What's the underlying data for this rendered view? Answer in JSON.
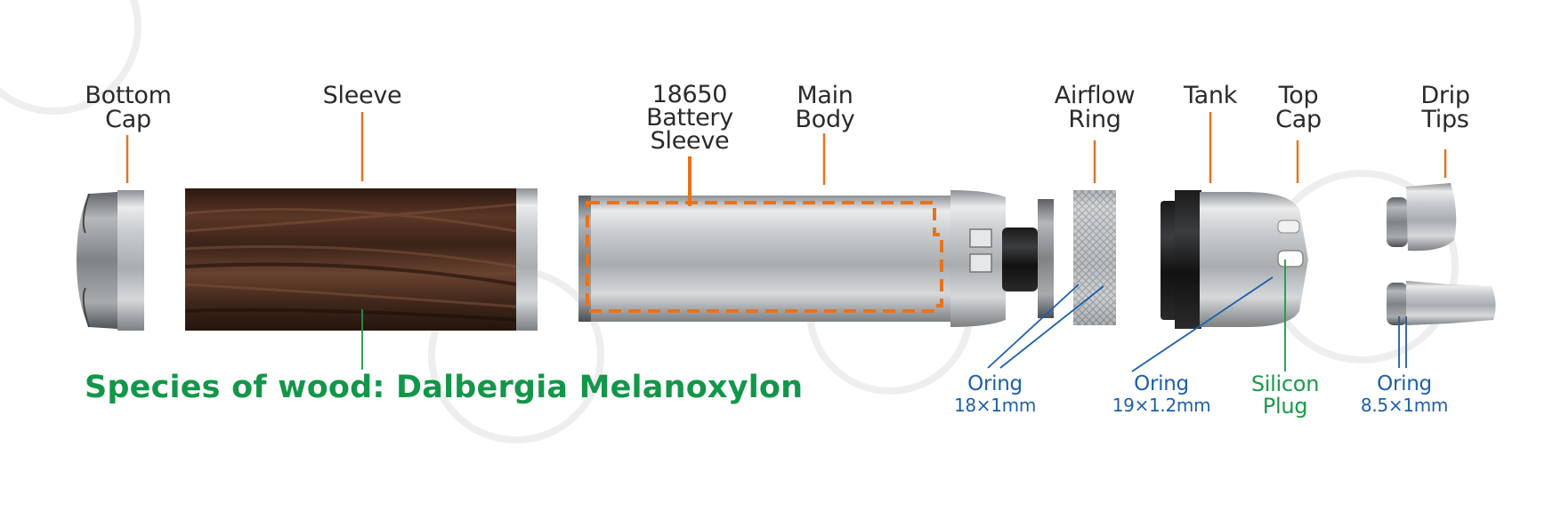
{
  "labels": {
    "bottom_cap": [
      "Bottom",
      "Cap"
    ],
    "sleeve": [
      "Sleeve"
    ],
    "battery_sleeve": [
      "18650",
      "Battery",
      "Sleeve"
    ],
    "main_body": [
      "Main",
      "Body"
    ],
    "airflow_ring": [
      "Airflow",
      "Ring"
    ],
    "tank": [
      "Tank"
    ],
    "top_cap": [
      "Top",
      "Cap"
    ],
    "drip_tips": [
      "Drip",
      "Tips"
    ],
    "oring_18": [
      "Oring",
      "18×1mm"
    ],
    "oring_19": [
      "Oring",
      "19×1.2mm"
    ],
    "silicon_plug": [
      "Silicon",
      "Plug"
    ],
    "oring_85": [
      "Oring",
      "8.5×1mm"
    ]
  },
  "species_note": "Species of wood: Dalbergia Melanoxylon",
  "colors": {
    "leader_orange": "#e8731e",
    "leader_blue": "#1e5fa8",
    "leader_green": "#1a9a4a",
    "wood_dark": "#3d2418",
    "metal": "#b9bcbf"
  }
}
